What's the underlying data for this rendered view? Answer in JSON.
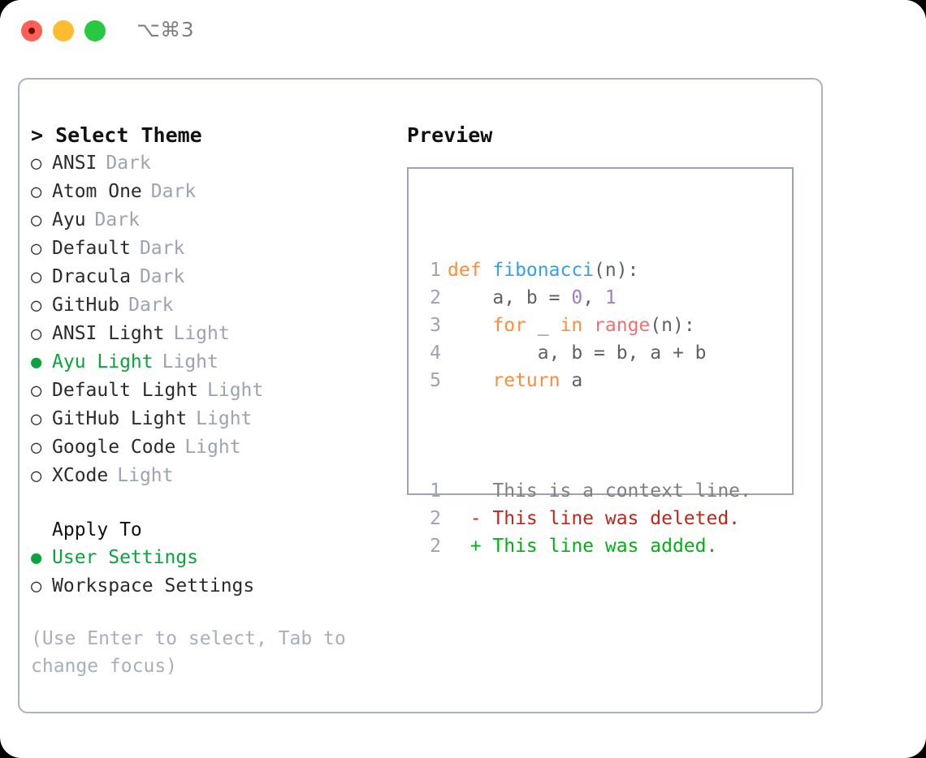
{
  "window": {
    "shortcut": "⌥⌘3",
    "traffic_lights": [
      "close-red",
      "minimize-yellow",
      "maximize-green"
    ]
  },
  "theme_picker": {
    "title": "> Select Theme",
    "bullet_selected": "●",
    "bullet_unselected": "○",
    "accent_color": "#0aa33c",
    "muted_color": "#9aa4b3",
    "items": [
      {
        "name": "ANSI",
        "tag": "Dark",
        "selected": false
      },
      {
        "name": "Atom One",
        "tag": "Dark",
        "selected": false
      },
      {
        "name": "Ayu",
        "tag": "Dark",
        "selected": false
      },
      {
        "name": "Default",
        "tag": "Dark",
        "selected": false
      },
      {
        "name": "Dracula",
        "tag": "Dark",
        "selected": false
      },
      {
        "name": "GitHub",
        "tag": "Dark",
        "selected": false
      },
      {
        "name": "ANSI Light",
        "tag": "Light",
        "selected": false
      },
      {
        "name": "Ayu Light",
        "tag": "Light",
        "selected": true
      },
      {
        "name": "Default Light",
        "tag": "Light",
        "selected": false
      },
      {
        "name": "GitHub Light",
        "tag": "Light",
        "selected": false
      },
      {
        "name": "Google Code",
        "tag": "Light",
        "selected": false
      },
      {
        "name": "XCode",
        "tag": "Light",
        "selected": false
      }
    ]
  },
  "apply_to": {
    "title": "Apply To",
    "items": [
      {
        "name": "User Settings",
        "selected": true
      },
      {
        "name": "Workspace Settings",
        "selected": false
      }
    ]
  },
  "hint": "(Use Enter to select, Tab to change focus)",
  "preview": {
    "title": "Preview",
    "code_lines": [
      {
        "number": "1",
        "tokens": [
          {
            "text": "def ",
            "kind": "keyword"
          },
          {
            "text": "fibonacci",
            "kind": "function"
          },
          {
            "text": "(n):",
            "kind": "plain"
          }
        ]
      },
      {
        "number": "2",
        "tokens": [
          {
            "text": "    a, b = ",
            "kind": "plain"
          },
          {
            "text": "0",
            "kind": "number"
          },
          {
            "text": ", ",
            "kind": "plain"
          },
          {
            "text": "1",
            "kind": "number"
          }
        ]
      },
      {
        "number": "3",
        "tokens": [
          {
            "text": "    ",
            "kind": "plain"
          },
          {
            "text": "for",
            "kind": "keyword"
          },
          {
            "text": " _ ",
            "kind": "plain"
          },
          {
            "text": "in",
            "kind": "keyword"
          },
          {
            "text": " ",
            "kind": "plain"
          },
          {
            "text": "range",
            "kind": "call"
          },
          {
            "text": "(n):",
            "kind": "plain"
          }
        ]
      },
      {
        "number": "4",
        "tokens": [
          {
            "text": "        a, b = b, a + b",
            "kind": "plain"
          }
        ]
      },
      {
        "number": "5",
        "tokens": [
          {
            "text": "    ",
            "kind": "plain"
          },
          {
            "text": "return",
            "kind": "keyword"
          },
          {
            "text": " a",
            "kind": "plain"
          }
        ]
      }
    ],
    "diff_lines": [
      {
        "number": "1",
        "marker": " ",
        "text": "This is a context line.",
        "kind": "context"
      },
      {
        "number": "2",
        "marker": "-",
        "text": "This line was deleted.",
        "kind": "deleted"
      },
      {
        "number": "2",
        "marker": "+",
        "text": "This line was added.",
        "kind": "added"
      }
    ],
    "diff_colors": {
      "context": "#808080",
      "deleted": "#c0261a",
      "added": "#00b315"
    }
  }
}
